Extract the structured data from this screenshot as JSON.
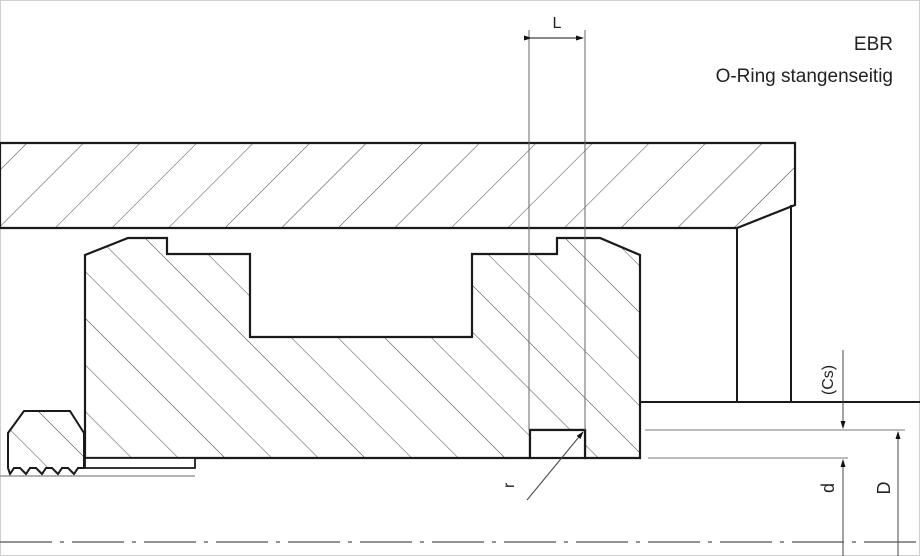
{
  "title": {
    "line1": "EBR",
    "line2": "O-Ring stangenseitig"
  },
  "dimensions": {
    "length": "L",
    "cross_section": "(Cs)",
    "inner_diameter": "d",
    "outer_diameter": "D",
    "radius": "r"
  },
  "colors": {
    "line": "#1a1a1a",
    "thin": "#555555",
    "border": "#cfcfcf"
  }
}
